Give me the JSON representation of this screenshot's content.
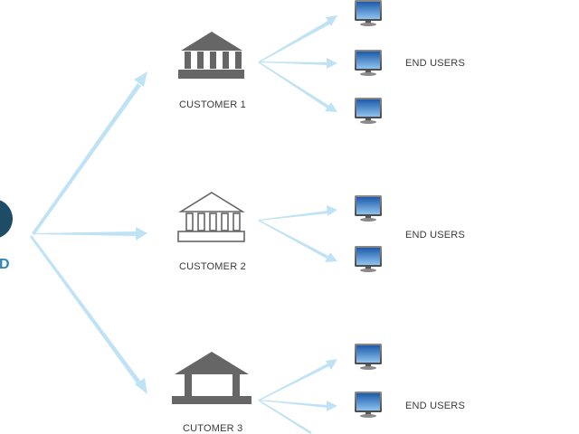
{
  "hub": {
    "icon": "cloud-hub-icon",
    "partial_text": "D",
    "colors": {
      "dark": "#1e4b66",
      "text": "#2f83b8"
    }
  },
  "customers": [
    {
      "label": "CUSTOMER 1",
      "icon": "bank-building-icon",
      "style": "solid"
    },
    {
      "label": "CUSTOMER 2",
      "icon": "bank-building-icon",
      "style": "outline"
    },
    {
      "label": "CUTOMER 3",
      "icon": "pavilion-building-icon",
      "style": "solid"
    }
  ],
  "end_users": [
    {
      "label": "END USERS",
      "monitors": 3,
      "icon": "monitor-icon"
    },
    {
      "label": "END USERS",
      "monitors": 2,
      "icon": "monitor-icon"
    },
    {
      "label": "END USERS",
      "monitors": 2,
      "icon": "monitor-icon"
    }
  ],
  "colors": {
    "arrow": "#bfe3f5",
    "building": "#666666",
    "monitor_frame": "#6d6d6d",
    "monitor_screen_top": "#1e5aa8",
    "monitor_screen_bottom": "#8fc3f0"
  }
}
